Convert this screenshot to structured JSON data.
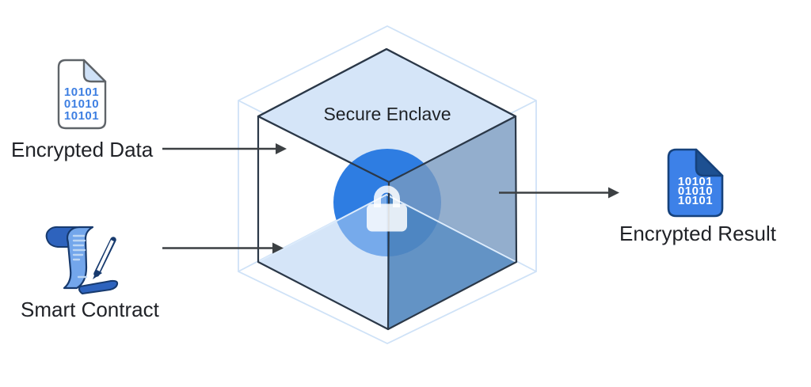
{
  "diagram": {
    "cube": {
      "title": "Secure Enclave"
    },
    "inputs": [
      {
        "label": "Encrypted Data"
      },
      {
        "label": "Smart Contract"
      }
    ],
    "output": {
      "label": "Encrypted Result"
    },
    "binary_lines": [
      "10101",
      "01010",
      "10101"
    ],
    "colors": {
      "accent_blue": "#2e7de2",
      "cube_top_face": "#d5e5f8",
      "cube_right_face": "#93aecd",
      "cube_bottom_left_face": "#d6e4f8",
      "cube_bottom_right_face": "#6694c6",
      "wireframe_blue": "#cfe2f7",
      "edge_dark": "#2b3848",
      "arrow_gray": "#3c4043",
      "label_text": "#202227",
      "doc_outline_gray": "#5f6469",
      "doc_binary_blue": "#3e7fe2",
      "result_doc_blue": "#3d81e8",
      "result_doc_fold": "#1d5091",
      "scroll_light_blue": "#73a6eb",
      "scroll_dark_blue": "#2e63bd"
    }
  }
}
